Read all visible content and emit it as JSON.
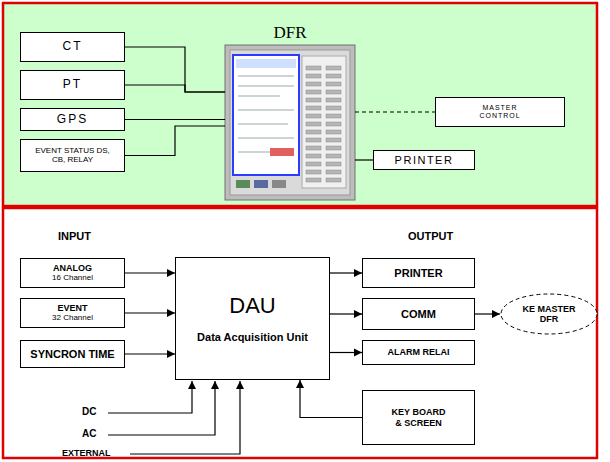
{
  "diagram": {
    "nodes": [
      {
        "text": [
          "CT"
        ]
      },
      {
        "text": [
          "PT"
        ]
      },
      {
        "text": [
          "GPS"
        ]
      },
      {
        "text": [
          "EVENT STATUS DS, CB, RELAY"
        ]
      },
      {
        "text": [
          "DFR"
        ]
      },
      {
        "text": [
          "MASTER CONTROL"
        ]
      },
      {
        "text": [
          "PRINTER"
        ]
      },
      {
        "text": [
          "ANALOG",
          "16 Channel"
        ]
      },
      {
        "text": [
          "EVENT",
          "32 Channel"
        ]
      },
      {
        "text": [
          "SYNCRON TIME"
        ]
      },
      {
        "text": [
          "DAU",
          "Data Acquisition Unit"
        ]
      },
      {
        "text": [
          "PRINTER"
        ]
      },
      {
        "text": [
          "COMM"
        ]
      },
      {
        "text": [
          "ALARM RELAI"
        ]
      },
      {
        "text": [
          "KE MASTER DFR"
        ]
      },
      {
        "text": [
          "KEY BOARD & SCREEN"
        ]
      }
    ],
    "edges": [
      {
        "from": 0,
        "to": 4,
        "arrow": "none"
      },
      {
        "from": 1,
        "to": 4,
        "arrow": "none"
      },
      {
        "from": 2,
        "to": 4,
        "arrow": "none"
      },
      {
        "from": 3,
        "to": 4,
        "arrow": "none"
      },
      {
        "from": 4,
        "to": 5,
        "arrow": "none"
      },
      {
        "from": 4,
        "to": 6,
        "arrow": "none"
      },
      {
        "from": 7,
        "to": 10,
        "arrow": "to"
      },
      {
        "from": 8,
        "to": 10,
        "arrow": "to"
      },
      {
        "from": 9,
        "to": 10,
        "arrow": "to"
      },
      {
        "from": 10,
        "to": 11,
        "arrow": "to"
      },
      {
        "from": 10,
        "to": 12,
        "arrow": "to"
      },
      {
        "from": 10,
        "to": 13,
        "arrow": "to"
      },
      {
        "from": 12,
        "to": 14,
        "arrow": "to"
      },
      {
        "from": 15,
        "to": 10,
        "arrow": "to"
      }
    ],
    "labels": [
      "INPUT",
      "OUTPUT",
      "DC",
      "AC",
      "EXTERNAL"
    ]
  }
}
